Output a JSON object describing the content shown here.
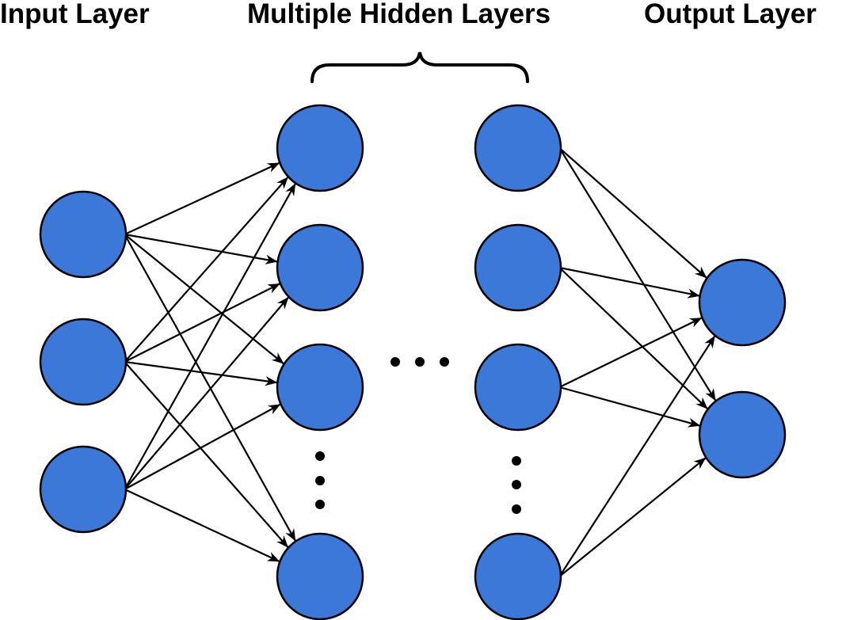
{
  "labels": {
    "input": "Input Layer",
    "hidden": "Multiple Hidden Layers",
    "output": "Output Layer"
  },
  "colors": {
    "node_fill": "#3c78d8",
    "node_stroke": "#000000",
    "edge": "#000000",
    "background": "#ffffff"
  },
  "network": {
    "layers": [
      {
        "name": "input",
        "nodes": 3
      },
      {
        "name": "hidden-first",
        "nodes": 4,
        "ellipsis_before_last": true
      },
      {
        "name": "hidden-last",
        "nodes": 4,
        "ellipsis_before_last": true
      },
      {
        "name": "output",
        "nodes": 2
      }
    ],
    "connections": "fully-connected between adjacent drawn layers",
    "between_hidden": "horizontal ellipsis (…)",
    "brace_over": "hidden layers"
  }
}
